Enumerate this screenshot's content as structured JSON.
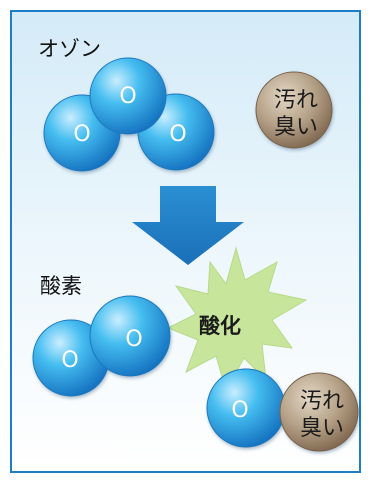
{
  "labels": {
    "ozone": "オゾン",
    "oxygen": "酸素",
    "oxidation": "酸化"
  },
  "atom_symbol": "O",
  "dirt": {
    "line1": "汚れ",
    "line2": "臭い"
  },
  "colors": {
    "panel_border": "#1c7fc6",
    "panel_bg_top": "#d7edf8",
    "atom_light": "#bfeaff",
    "atom_mid": "#38b6ec",
    "atom_dark": "#1779c3",
    "arrow": "#1f83c9",
    "burst": "#c6e59a",
    "dirt_light": "#d8cbb8",
    "dirt_dark": "#8a7258"
  }
}
